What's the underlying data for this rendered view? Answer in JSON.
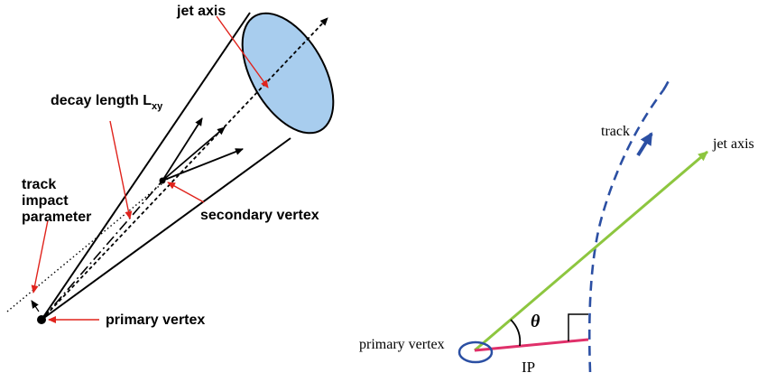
{
  "left_diagram": {
    "labels": {
      "jet_axis": "jet axis",
      "decay_length": "decay length L",
      "decay_length_sub": "xy",
      "track_impact_parameter_line1": "track",
      "track_impact_parameter_line2": "impact",
      "track_impact_parameter_line3": "parameter",
      "secondary_vertex": "secondary vertex",
      "primary_vertex": "primary vertex"
    },
    "colors": {
      "cone_ellipse_fill": "#a8cdee",
      "annotation_arrow": "#e0231c",
      "line": "#000000"
    }
  },
  "right_diagram": {
    "labels": {
      "track": "track",
      "jet_axis": "jet axis",
      "theta": "θ",
      "primary_vertex": "primary vertex",
      "ip": "IP"
    },
    "colors": {
      "jet_axis_line": "#8dc63f",
      "track_curve": "#2b4fa3",
      "ip_segment": "#e0306a",
      "vertex_ellipse": "#2b4fa3",
      "line": "#000000"
    }
  }
}
